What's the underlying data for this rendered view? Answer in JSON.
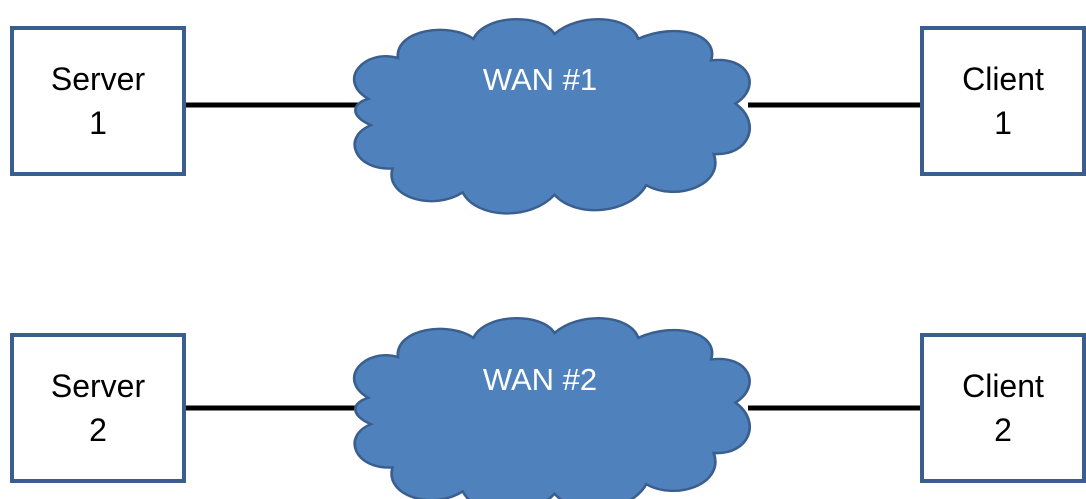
{
  "rows": [
    {
      "server": {
        "line1": "Server",
        "line2": "1"
      },
      "wan": {
        "label": "WAN #1"
      },
      "client": {
        "line1": "Client",
        "line2": "1"
      }
    },
    {
      "server": {
        "line1": "Server",
        "line2": "2"
      },
      "wan": {
        "label": "WAN #2"
      },
      "client": {
        "line1": "Client",
        "line2": "2"
      }
    }
  ],
  "colors": {
    "cloud_fill": "#4f81bd",
    "cloud_stroke": "#3a5f8f",
    "box_border": "#3a5f8f",
    "link": "#000000"
  }
}
